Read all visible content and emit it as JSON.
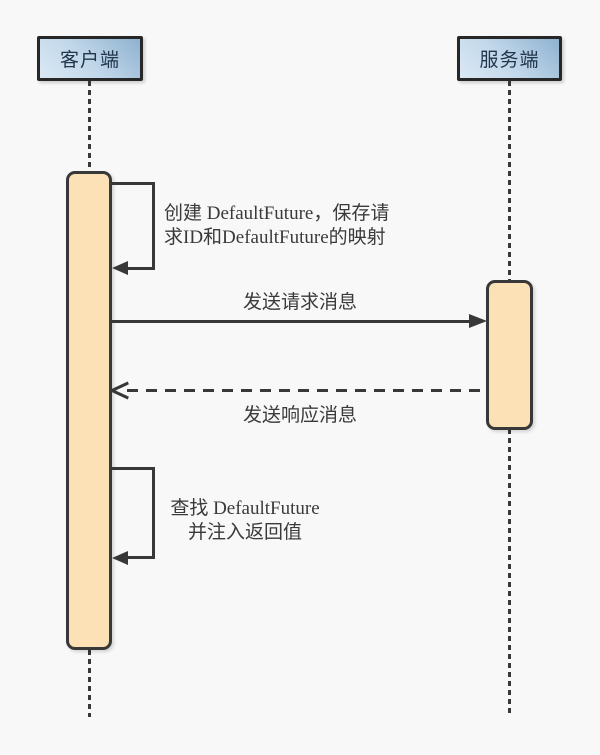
{
  "diagram": {
    "type": "sequence-diagram",
    "participants": [
      {
        "id": "client",
        "label": "客户端"
      },
      {
        "id": "server",
        "label": "服务端"
      }
    ],
    "messages": [
      {
        "kind": "self-message",
        "actor": "client",
        "lines": [
          "创建 DefaultFuture，保存请",
          "求ID和DefaultFuture的映射"
        ]
      },
      {
        "kind": "request",
        "from": "client",
        "to": "server",
        "style": "solid-filled-arrow",
        "label": "发送请求消息"
      },
      {
        "kind": "response",
        "from": "server",
        "to": "client",
        "style": "dashed-open-arrow",
        "label": "发送响应消息"
      },
      {
        "kind": "self-message",
        "actor": "client",
        "lines": [
          "查找 DefaultFuture",
          "并注入返回值"
        ]
      }
    ],
    "colors": {
      "background": "#f8f8f8",
      "actor_fill_light": "#dbe8f4",
      "actor_fill_dark": "#8fb2d0",
      "actor_border": "#272727",
      "actor_text": "#22364c",
      "activation_fill": "#fde1b6",
      "line": "#383838",
      "message_text": "#3a3a3a"
    }
  }
}
